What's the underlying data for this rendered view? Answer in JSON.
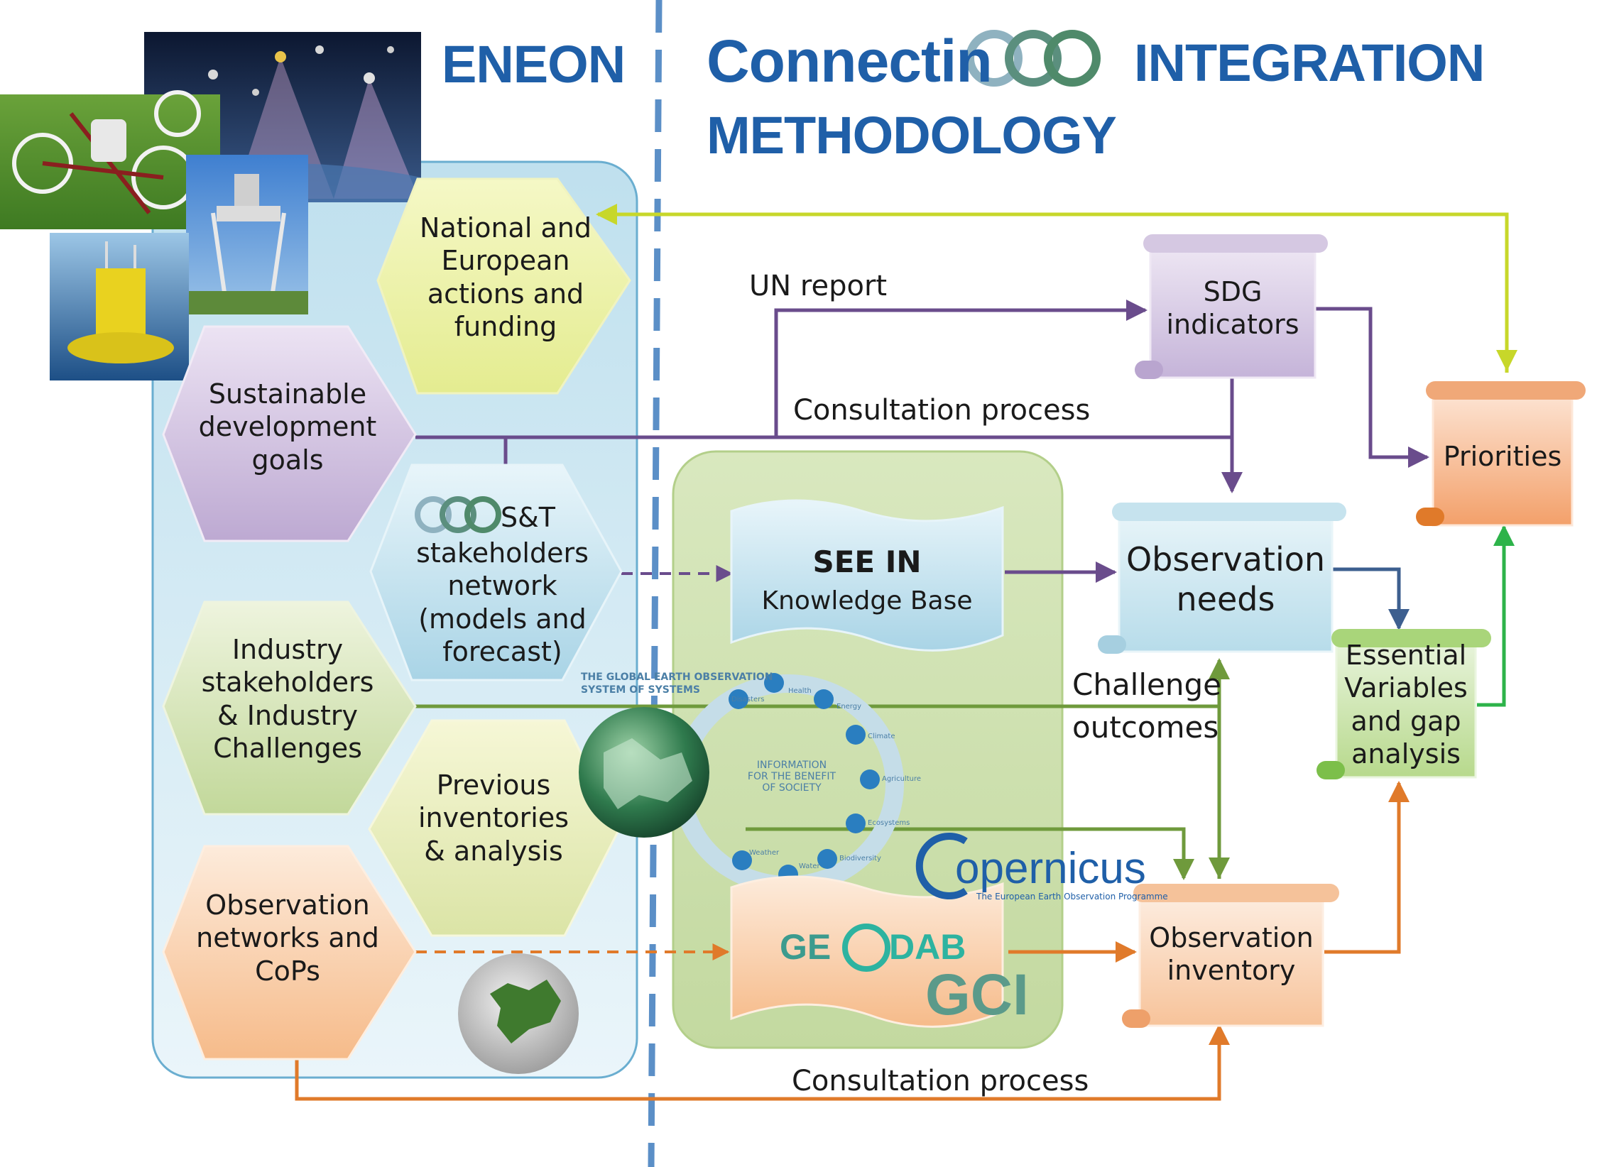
{
  "titles": {
    "eneon": "ENEON",
    "connectin": "Connectin",
    "integration": "INTEGRATION",
    "methodology": "METHODOLOGY"
  },
  "hexagons": {
    "national": "National and European actions and funding",
    "sdg_goals": "Sustainable development goals",
    "geo_st_suffix": "S&T",
    "geo_st_rest": "stakeholders network (models and forecast)",
    "industry": "Industry stakeholders & Industry Challenges",
    "previous": "Previous inventories & analysis",
    "obs_networks": "Observation networks and CoPs"
  },
  "boxes": {
    "sdg_indicators": "SDG indicators",
    "priorities": "Priorities",
    "obs_needs": "Observation needs",
    "essential": "Essential Variables and gap analysis",
    "obs_inventory": "Observation inventory",
    "seein_title": "SEE IN",
    "seein_sub": "Knowledge Base"
  },
  "edge_labels": {
    "un_report": "UN report",
    "consultation_top": "Consultation process",
    "consultation_bottom": "Consultation process",
    "challenge": "Challenge outcomes"
  },
  "logos": {
    "geoss_line1": "THE GLOBAL EARTH OBSERVATION",
    "geoss_line2": "SYSTEM OF SYSTEMS",
    "ring_center": "INFORMATION FOR THE BENEFIT OF SOCIETY",
    "ring_items": [
      "Disasters",
      "Health",
      "Energy",
      "Climate",
      "Agriculture",
      "Ecosystems",
      "Biodiversity",
      "Water",
      "Weather"
    ],
    "copernicus": "opernicus",
    "copernicus_sub": "The European Earth Observation Programme",
    "geodab_a": "GE",
    "geodab_b": "DAB",
    "gci": "GCI"
  },
  "colors": {
    "title_blue": "#1f5fa8",
    "purple": "#6a4c8c",
    "orange": "#e07a2a",
    "green": "#6f9a3c",
    "bright_green": "#2db34a",
    "yellow_green": "#c7d72a",
    "steel_blue": "#3d5f8f"
  }
}
